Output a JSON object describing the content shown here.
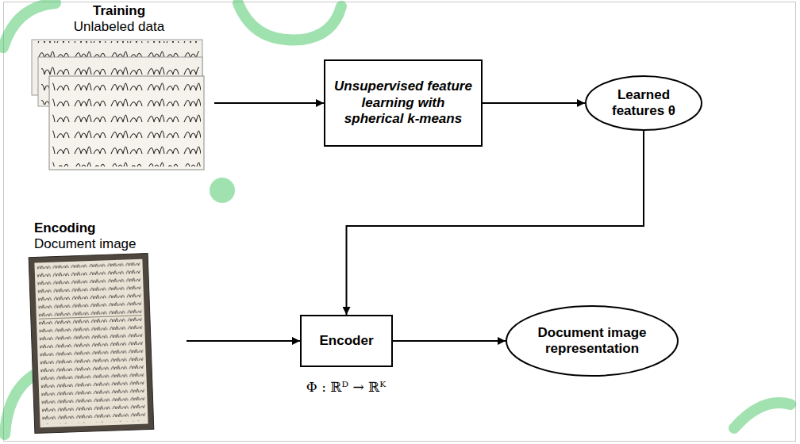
{
  "diagram": {
    "nodes": [
      {
        "text": [
          "Training",
          "Unlabeled data"
        ]
      },
      {
        "text": [
          "Unsupervised feature learning with spherical k-means"
        ]
      },
      {
        "text": [
          "Learned features θ"
        ]
      },
      {
        "text": [
          "Encoding",
          "Document image"
        ]
      },
      {
        "text": [
          "Encoder"
        ]
      },
      {
        "text": [
          "Document image representation"
        ]
      }
    ],
    "edges": [
      {
        "from": 0,
        "to": 1,
        "arrow": "to"
      },
      {
        "from": 1,
        "to": 2,
        "arrow": "to"
      },
      {
        "from": 2,
        "to": 4,
        "arrow": "to"
      },
      {
        "from": 3,
        "to": 4,
        "arrow": "to"
      },
      {
        "from": 4,
        "to": 5,
        "arrow": "to"
      }
    ],
    "labels": [
      "Φ : ℝᴰ → ℝᴷ"
    ]
  }
}
